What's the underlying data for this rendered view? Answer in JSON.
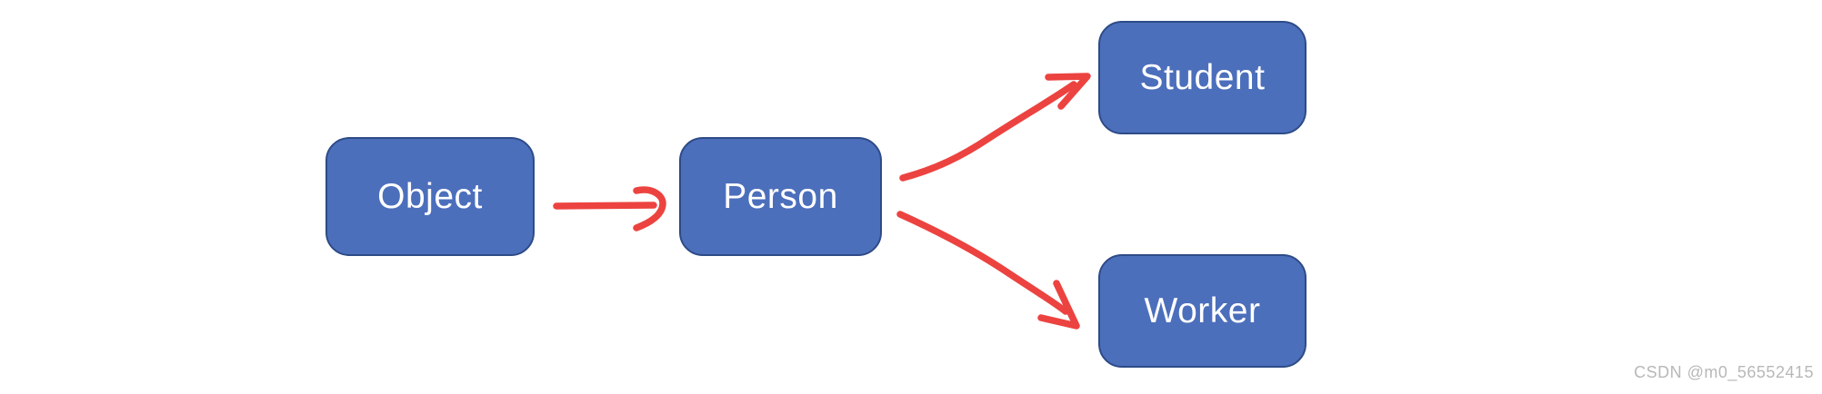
{
  "diagram": {
    "type": "inheritance-hierarchy",
    "nodes": [
      {
        "id": "object",
        "label": "Object"
      },
      {
        "id": "person",
        "label": "Person"
      },
      {
        "id": "student",
        "label": "Student"
      },
      {
        "id": "worker",
        "label": "Worker"
      }
    ],
    "edges": [
      {
        "from": "Object",
        "to": "Person",
        "style": "hand-drawn-arrow"
      },
      {
        "from": "Person",
        "to": "Student",
        "style": "hand-drawn-arrow"
      },
      {
        "from": "Person",
        "to": "Worker",
        "style": "hand-drawn-arrow"
      }
    ]
  },
  "watermark": {
    "text": "CSDN @m0_56552415"
  },
  "colors": {
    "node-fill": "#4C6FBC",
    "node-border": "#2E4B87",
    "node-text": "#FFFFFF",
    "arrow": "#EC4340",
    "watermark": "#B8B8B8",
    "background": "#FFFFFF"
  }
}
